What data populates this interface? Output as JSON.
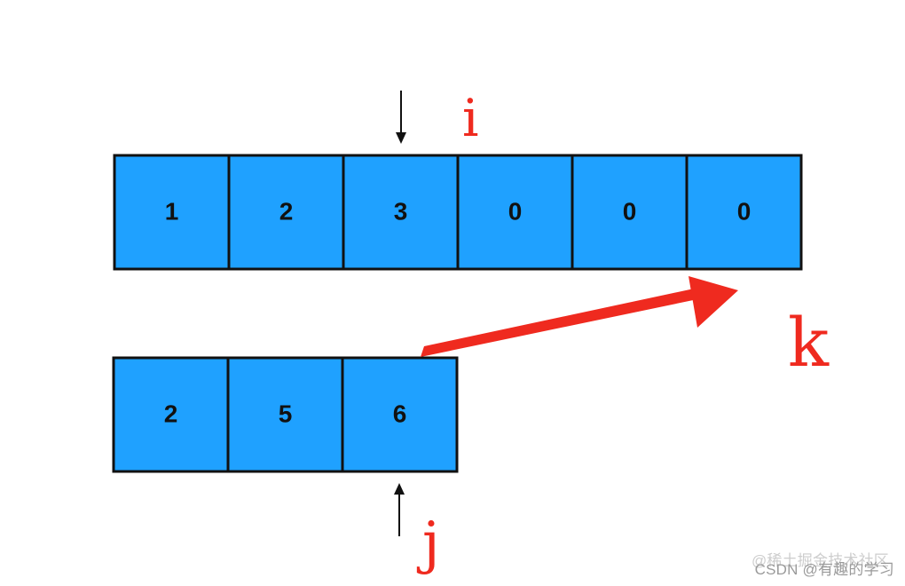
{
  "arrays": {
    "top": {
      "values": [
        "1",
        "2",
        "3",
        "0",
        "0",
        "0"
      ]
    },
    "bottom": {
      "values": [
        "2",
        "5",
        "6"
      ]
    }
  },
  "pointers": {
    "i": "i",
    "j": "j",
    "k": "k"
  },
  "watermark": {
    "primary": "CSDN @有趣的学习",
    "secondary": "@稀土掘金技术社区"
  },
  "colors": {
    "cell_fill": "#1fa1ff",
    "cell_stroke": "#111111",
    "annotation_red": "#ef2a1f",
    "pointer_black": "#111111"
  }
}
